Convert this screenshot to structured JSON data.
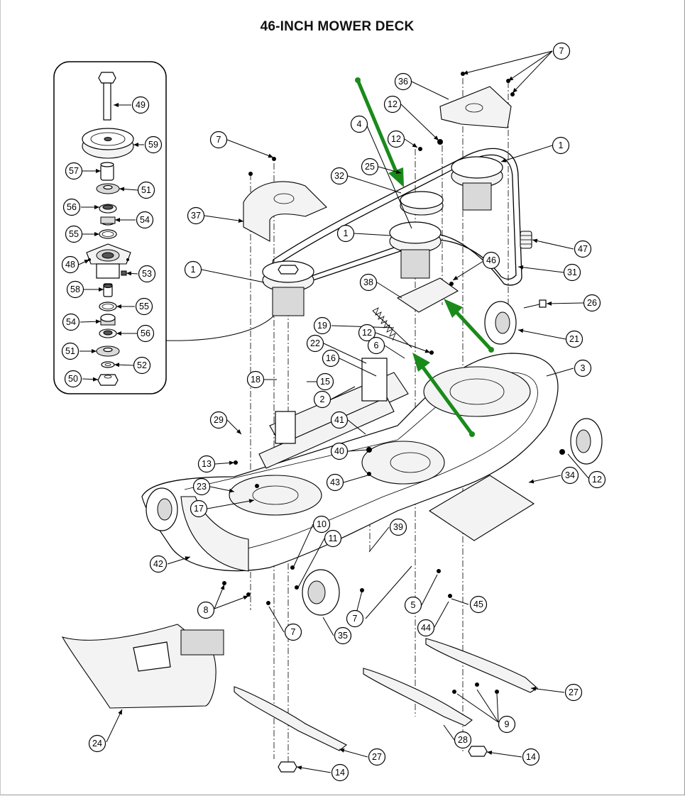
{
  "title": "46-INCH MOWER DECK",
  "colors": {
    "highlight_arrow": "#1a8a1a",
    "line": "#000000"
  },
  "callouts": {
    "c7a": "7",
    "c36": "36",
    "c12a": "12",
    "c4": "4",
    "c12b": "12",
    "c1a": "1",
    "c25": "25",
    "c7b": "7",
    "c32": "32",
    "c37": "37",
    "c1b": "1",
    "c47": "47",
    "c1c": "1",
    "c46": "46",
    "c31": "31",
    "c38": "38",
    "c26": "26",
    "c19": "19",
    "c12c": "12",
    "c21": "21",
    "c22": "22",
    "c6": "6",
    "c16": "16",
    "c3": "3",
    "c18": "18",
    "c15": "15",
    "c2": "2",
    "c29": "29",
    "c41": "41",
    "c40": "40",
    "c13": "13",
    "c43": "43",
    "c34": "34",
    "c12d": "12",
    "c23": "23",
    "c17": "17",
    "c10": "10",
    "c39": "39",
    "c11": "11",
    "c42": "42",
    "c8": "8",
    "c5": "5",
    "c45": "45",
    "c7c": "7",
    "c44": "44",
    "c7d": "7",
    "c35": "35",
    "c27a": "27",
    "c9": "9",
    "c24": "24",
    "c28": "28",
    "c27b": "27",
    "c14a": "14",
    "c14b": "14"
  },
  "inset_callouts": {
    "i49": "49",
    "i59": "59",
    "i57": "57",
    "i51a": "51",
    "i56a": "56",
    "i54a": "54",
    "i55a": "55",
    "i48": "48",
    "i53": "53",
    "i58": "58",
    "i55b": "55",
    "i54b": "54",
    "i56b": "56",
    "i51b": "51",
    "i52": "52",
    "i50": "50"
  }
}
